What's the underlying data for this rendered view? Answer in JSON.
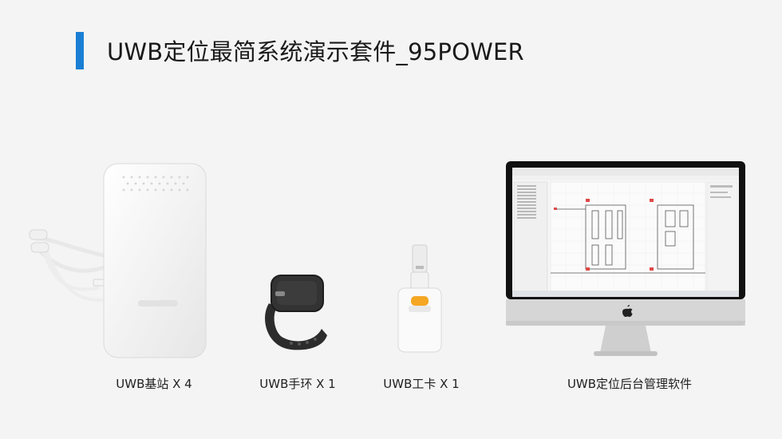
{
  "header": {
    "title": "UWB定位最简系统演示套件_95POWER",
    "accent_color": "#1a7fd4"
  },
  "products": [
    {
      "id": "base-station",
      "label": "UWB基站 X 4",
      "icon": "base-station-image"
    },
    {
      "id": "wristband",
      "label": "UWB手环 X 1",
      "icon": "wristband-image"
    },
    {
      "id": "work-card",
      "label": "UWB工卡 X 1",
      "icon": "work-card-image"
    },
    {
      "id": "software",
      "label": "UWB定位后台管理软件",
      "icon": "imac-monitor-image"
    }
  ]
}
